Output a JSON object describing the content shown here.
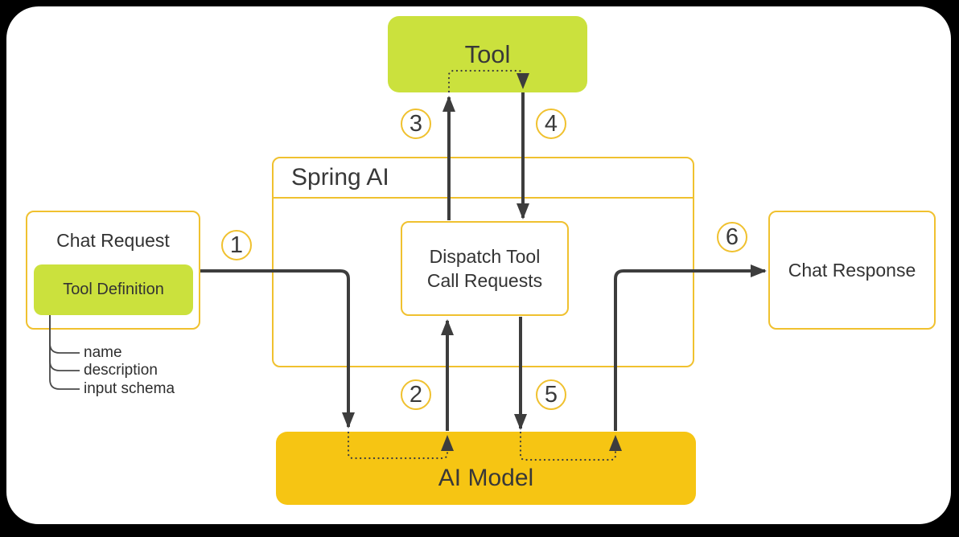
{
  "colors": {
    "canvas_bg": "#000000",
    "card_bg": "#ffffff",
    "node_green": "#cbe13d",
    "node_gold": "#f6c513",
    "stroke_yellow": "#f0c12f",
    "arrow_gray": "#3d3d3d",
    "text_dark": "#333333"
  },
  "nodes": {
    "tool": {
      "label": "Tool"
    },
    "spring_ai": {
      "label": "Spring AI"
    },
    "dispatch": {
      "label": "Dispatch Tool Call Requests"
    },
    "chat_request": {
      "label": "Chat Request"
    },
    "tool_definition": {
      "label": "Tool Definition"
    },
    "chat_response": {
      "label": "Chat Response"
    },
    "ai_model": {
      "label": "AI Model"
    }
  },
  "tool_definition_fields": [
    {
      "label": "name"
    },
    {
      "label": "description"
    },
    {
      "label": "input schema"
    }
  ],
  "steps": [
    {
      "number": "1"
    },
    {
      "number": "2"
    },
    {
      "number": "3"
    },
    {
      "number": "4"
    },
    {
      "number": "5"
    },
    {
      "number": "6"
    }
  ]
}
